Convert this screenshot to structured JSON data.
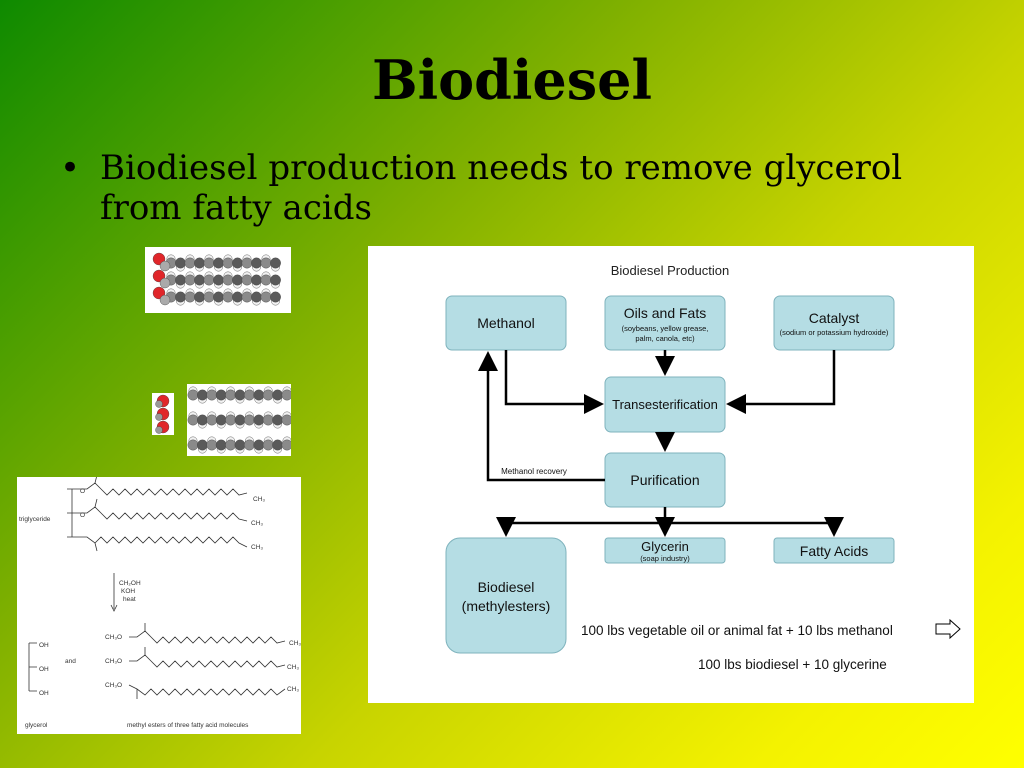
{
  "slide": {
    "title": "Biodiesel",
    "bullet": "Biodiesel production needs to remove glycerol from fatty acids"
  },
  "chemistry": {
    "triglyceride_label": "triglyceride",
    "reagents": [
      "CH₂OH",
      "KOH",
      "heat"
    ],
    "and_label": "and",
    "glycerol_label": "glycerol",
    "esters_label": "methyl esters of three fatty acid molecules",
    "ch3": "CH₃",
    "oh": "OH",
    "o": "O",
    "h3co": "CH₃O"
  },
  "flowchart": {
    "title": "Biodiesel Production",
    "methanol": "Methanol",
    "oils_title": "Oils and Fats",
    "oils_sub1": "(soybeans, yellow grease,",
    "oils_sub2": "palm, canola, etc)",
    "catalyst_title": "Catalyst",
    "catalyst_sub": "(sodium or potassium hydroxide)",
    "transesterification": "Transesterification",
    "purification": "Purification",
    "methanol_recovery": "Methanol recovery",
    "biodiesel_line1": "Biodiesel",
    "biodiesel_line2": "(methylesters)",
    "glycerin_title": "Glycerin",
    "glycerin_sub": "(soap industry)",
    "fatty_acids": "Fatty Acids",
    "equation_left": "100 lbs vegetable oil or animal fat + 10 lbs methanol",
    "equation_right": "100 lbs biodiesel + 10 glycerine"
  },
  "colors": {
    "box_fill": "#b5dde4",
    "box_stroke": "#7fb3bd",
    "atom_red": "#e0262a",
    "atom_gray": "#8a8a8a"
  }
}
